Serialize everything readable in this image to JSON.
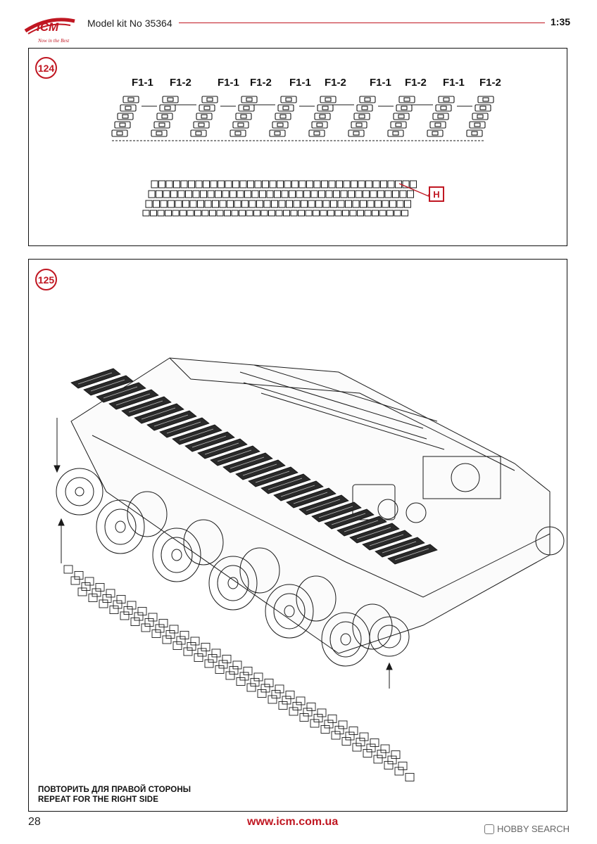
{
  "header": {
    "brand_logo_text": "ICM",
    "brand_tagline": "Now in the Best",
    "model_kit_label": "Model kit No 35364",
    "scale": "1:35"
  },
  "steps": [
    {
      "number": "124",
      "part_labels": [
        "F1-1",
        "F1-2",
        "F1-1",
        "F1-2",
        "F1-1",
        "F1-2",
        "F1-1",
        "F1-2",
        "F1-1",
        "F1-2"
      ],
      "callout": "H"
    },
    {
      "number": "125",
      "notes": [
        "ПОВТОРИТЬ ДЛЯ ПРАВОЙ СТОРОНЫ",
        "REPEAT FOR THE RIGHT SIDE"
      ]
    }
  ],
  "footer": {
    "page_number": "28",
    "website": "www.icm.com.ua",
    "watermark": "HOBBY SEARCH"
  },
  "colors": {
    "accent_red": "#c01722",
    "line_art": "#1a1a1a"
  }
}
